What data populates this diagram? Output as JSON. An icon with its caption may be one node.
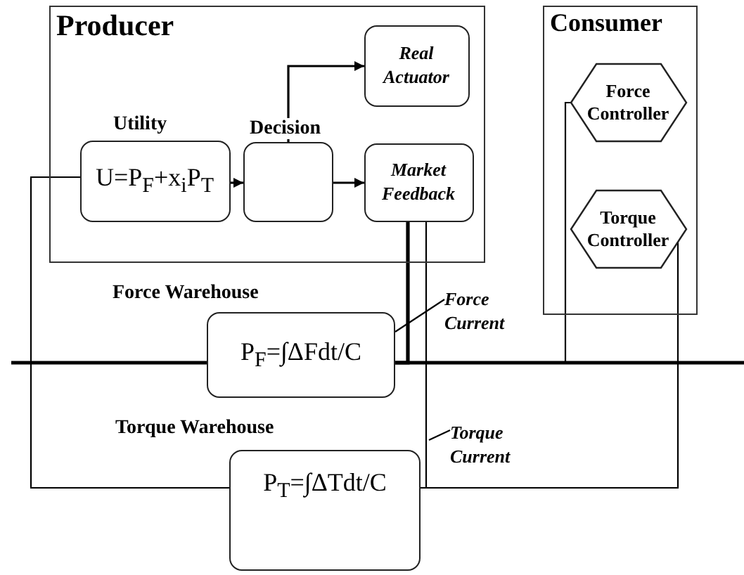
{
  "diagram": {
    "nodes": [
      {
        "text": [
          "Producer"
        ]
      },
      {
        "text": [
          "Utility",
          "U=P$_{F}$+x$_{i}$P$_{T}$"
        ],
        "in": 0
      },
      {
        "text": [
          "Decision"
        ],
        "in": 0
      },
      {
        "text": [
          "Real Actuator"
        ],
        "in": 0
      },
      {
        "text": [
          "Market Feedback"
        ],
        "in": 0
      },
      {
        "text": [
          "Consumer"
        ]
      },
      {
        "text": [
          "Force Controller"
        ],
        "in": 5
      },
      {
        "text": [
          "Torque Controller"
        ],
        "in": 5
      },
      {
        "text": [
          "Force Warehouse",
          "P$_{F}$=∫ΔFdt/C"
        ]
      },
      {
        "text": [
          "Torque Warehouse",
          "P$_{T}$=∫ΔTdt/C"
        ]
      },
      {
        "text": [
          "Force Current"
        ]
      },
      {
        "text": [
          "Torque Current"
        ]
      }
    ],
    "edges": [
      {
        "from": 1,
        "to": 2,
        "arrow": "to"
      },
      {
        "from": 2,
        "to": 3,
        "arrow": "to"
      },
      {
        "from": 2,
        "to": 4,
        "arrow": "to"
      },
      {
        "from": 4,
        "to": 8,
        "arrow": "none",
        "style": "thick"
      },
      {
        "from": 4,
        "to": 9,
        "arrow": "none"
      },
      {
        "from": 8,
        "to": 6,
        "arrow": "none"
      },
      {
        "from": null,
        "to": 8,
        "arrow": "none",
        "style": "thick"
      },
      {
        "from": 8,
        "to": null,
        "arrow": "none",
        "style": "thick"
      },
      {
        "from": 9,
        "to": 1,
        "arrow": "none"
      },
      {
        "from": 9,
        "to": 7,
        "arrow": "none"
      },
      {
        "from": 10,
        "to": 8,
        "arrow": "none"
      },
      {
        "from": 11,
        "to": null,
        "arrow": "none"
      }
    ]
  }
}
